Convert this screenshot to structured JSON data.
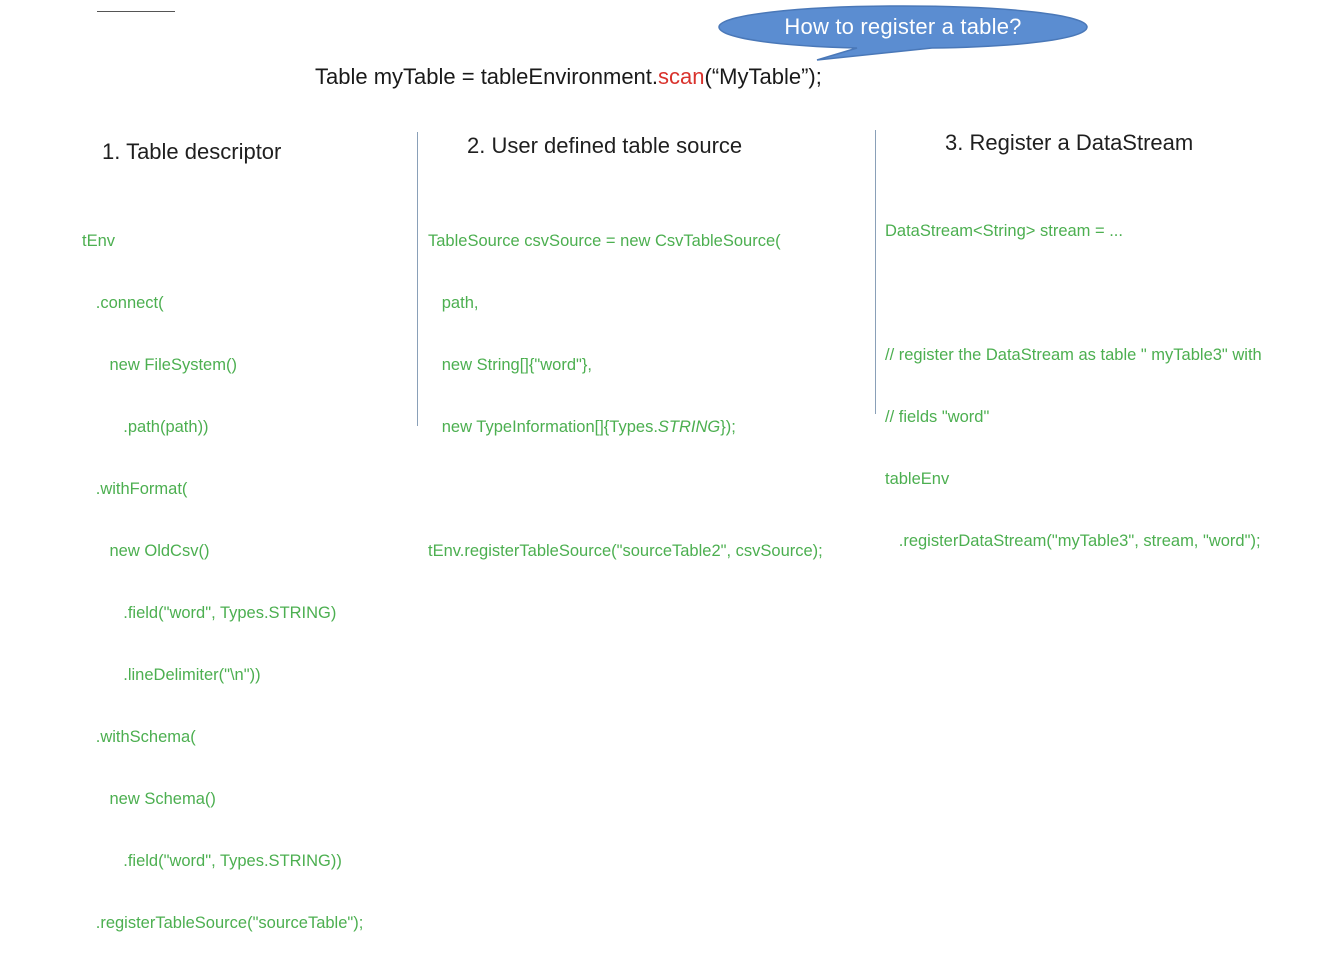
{
  "callout": {
    "text": "How to register a table?",
    "fill": "#5b8dd1"
  },
  "main_code": {
    "prefix": "Table myTable = tableEnvironment.",
    "method": "scan",
    "suffix": "(“MyTable”);",
    "method_color": "#d9322c"
  },
  "code_color": "#4caf50",
  "sections": [
    {
      "title": "1. Table descriptor",
      "lines": [
        "tEnv",
        "   .connect(",
        "      new FileSystem()",
        "         .path(path))",
        "   .withFormat(",
        "      new OldCsv()",
        "         .field(\"word\", Types.STRING)",
        "         .lineDelimiter(\"\\n\"))",
        "   .withSchema(",
        "      new Schema()",
        "         .field(\"word\", Types.STRING))",
        "   .registerTableSource(\"sourceTable\");"
      ]
    },
    {
      "title": "2. User defined table source",
      "lines": [
        "TableSource csvSource = new CsvTableSource(",
        "   path,",
        "   new String[]{\"word\"},",
        "   new TypeInformation[]{Types.",
        "",
        "tEnv.registerTableSource(\"sourceTable2\", csvSource);"
      ],
      "italic_part": "STRING",
      "italic_suffix": "});"
    },
    {
      "title": "3. Register a DataStream",
      "lines": [
        "DataStream<String> stream = ...",
        "",
        "// register the DataStream as table \" myTable3\" with",
        "// fields \"word\"",
        "tableEnv",
        "   .registerDataStream(\"myTable3\", stream, \"word\");"
      ]
    }
  ]
}
